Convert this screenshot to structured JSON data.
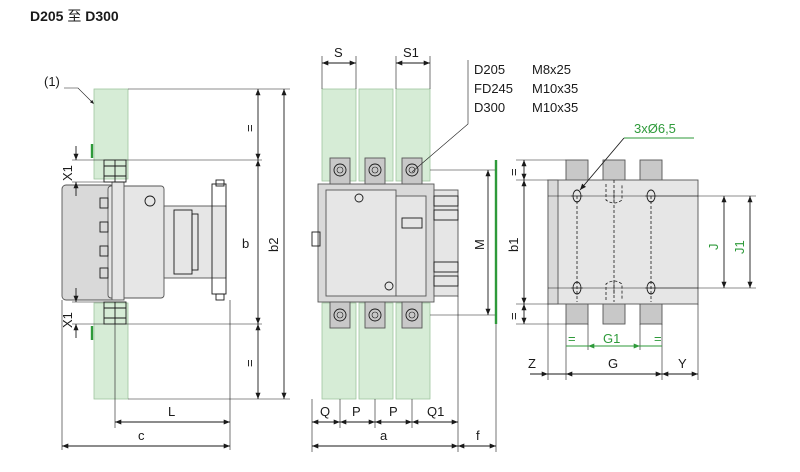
{
  "title": {
    "prefix": "D205",
    "mid": "至",
    "suffix": "D300"
  },
  "note_ref": "(1)",
  "side_view": {
    "labels": {
      "eq_top": "=",
      "x1_top": "X1",
      "b": "b",
      "b2": "b2",
      "x1_bottom": "X1",
      "eq_bottom": "=",
      "L": "L",
      "c": "c"
    }
  },
  "front_view": {
    "labels": {
      "S": "S",
      "S1": "S1",
      "M": "M",
      "Q": "Q",
      "P1": "P",
      "P2": "P",
      "Q1": "Q1",
      "a": "a",
      "f": "f"
    },
    "specs": [
      {
        "model": "D205",
        "screw": "M8x25"
      },
      {
        "model": "FD245",
        "screw": "M10x35"
      },
      {
        "model": "D300",
        "screw": "M10x35"
      }
    ]
  },
  "mount_view": {
    "labels": {
      "holes": "3xØ6,5",
      "eq_top": "=",
      "b1": "b1",
      "J": "J",
      "J1": "J1",
      "eq_bottom": "=",
      "eq_left": "=",
      "G1": "G1",
      "eq_right": "=",
      "Z": "Z",
      "G": "G",
      "Y": "Y"
    },
    "colors": {
      "green": "#2e9a3a",
      "bar": "#d6ecd6",
      "body": "#d9d9d9"
    }
  }
}
